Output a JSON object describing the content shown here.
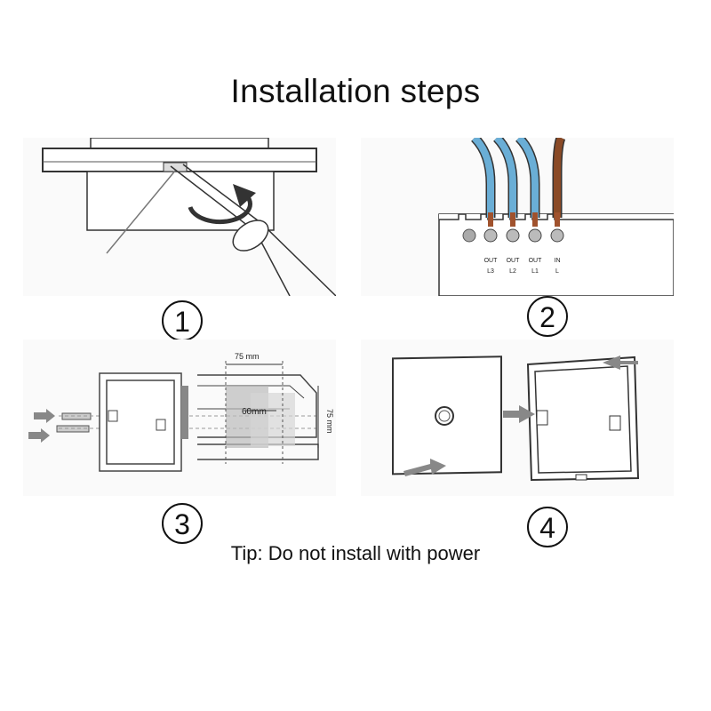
{
  "title": "Installation steps",
  "steps": [
    {
      "number": "1"
    },
    {
      "number": "2",
      "terminals": [
        {
          "top": "OUT",
          "bottom": "L3"
        },
        {
          "top": "OUT",
          "bottom": "L2"
        },
        {
          "top": "OUT",
          "bottom": "L1"
        },
        {
          "top": "IN",
          "bottom": "L"
        }
      ]
    },
    {
      "number": "3",
      "dim_width": "75 mm",
      "dim_depth": "60mm",
      "dim_height": "75 mm"
    },
    {
      "number": "4"
    }
  ],
  "tip": "Tip: Do not install with power",
  "colors": {
    "wire_blue": "#6aaed6",
    "wire_brown": "#8a4a26",
    "arrow_gray": "#8c8c8c"
  }
}
